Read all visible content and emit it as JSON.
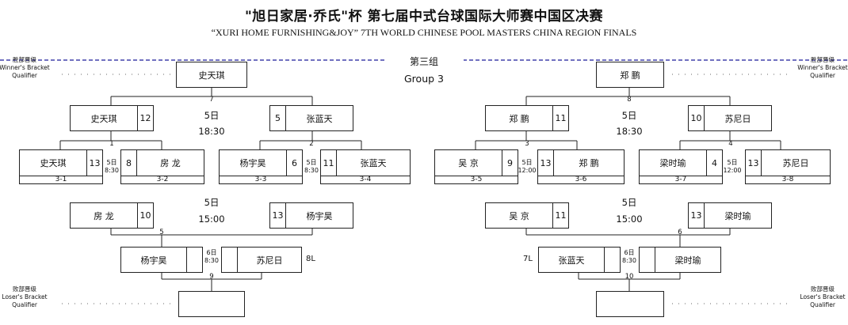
{
  "header": {
    "title_cn": "\"旭日家居·乔氏\"杯  第七届中式台球国际大师赛中国区决赛",
    "title_en": "“XURI HOME FURNISHING&JOY” 7TH WORLD CHINESE POOL MASTERS CHINA REGION FINALS",
    "group_cn": "第三组",
    "group_en": "Group 3"
  },
  "labels": {
    "winner_cn": "胜部晋级",
    "winner_en1": "Winner's Bracket",
    "winner_en2": "Qualifier",
    "loser_cn": "败部晋级",
    "loser_en1": "Loser's Bracket",
    "loser_en2": "Qualifier"
  },
  "colors": {
    "dash_line": "#1a1a9a",
    "box_border": "#222222"
  },
  "left": {
    "top_winner": "史天琪",
    "m7": "7",
    "r2_left": {
      "name": "史天琪",
      "score": "12"
    },
    "r2_right": {
      "name": "张蓝天",
      "score": "5"
    },
    "r2_day": "5日",
    "r2_time": "18:30",
    "m1": "1",
    "m2": "2",
    "g1_a": {
      "name": "史天琪",
      "score": "13"
    },
    "g1_b": {
      "name": "房  龙",
      "score": "8"
    },
    "g1_day": "5日",
    "g1_time": "8:30",
    "g2_a": {
      "name": "杨宇昊",
      "score": "6"
    },
    "g2_b": {
      "name": "张蓝天",
      "score": "11"
    },
    "g2_day": "5日",
    "g2_time": "8:30",
    "codes": [
      "3-1",
      "3-2",
      "3-3",
      "3-4"
    ],
    "lb_left": {
      "name": "房  龙",
      "score": "10"
    },
    "lb_right": {
      "name": "杨宇昊",
      "score": "13"
    },
    "lb_day": "5日",
    "lb_time": "15:00",
    "m5": "5",
    "lf_left": {
      "name": "杨宇昊",
      "score": ""
    },
    "lf_right": {
      "name": "苏尼日",
      "score": ""
    },
    "lf_day": "6日",
    "lf_time": "8:30",
    "lf_tag": "8L",
    "m9": "9"
  },
  "right": {
    "top_winner": "郑  鹏",
    "m8": "8",
    "r2_left": {
      "name": "郑  鹏",
      "score": "11"
    },
    "r2_right": {
      "name": "苏尼日",
      "score": "10"
    },
    "r2_day": "5日",
    "r2_time": "18:30",
    "m3": "3",
    "m4": "4",
    "g3_a": {
      "name": "吴  京",
      "score": "9"
    },
    "g3_b": {
      "name": "郑  鹏",
      "score": "13"
    },
    "g3_day": "5日",
    "g3_time": "12:00",
    "g4_a": {
      "name": "梁时瑜",
      "score": "4"
    },
    "g4_b": {
      "name": "苏尼日",
      "score": "13"
    },
    "g4_day": "5日",
    "g4_time": "12:00",
    "codes": [
      "3-5",
      "3-6",
      "3-7",
      "3-8"
    ],
    "lb_left": {
      "name": "吴  京",
      "score": "11"
    },
    "lb_right": {
      "name": "梁时瑜",
      "score": "13"
    },
    "lb_day": "5日",
    "lb_time": "15:00",
    "m6": "6",
    "lf_left": {
      "name": "张蓝天",
      "score": ""
    },
    "lf_right": {
      "name": "梁时瑜",
      "score": ""
    },
    "lf_day": "6日",
    "lf_time": "8:30",
    "lf_tag": "7L",
    "m10": "10"
  }
}
